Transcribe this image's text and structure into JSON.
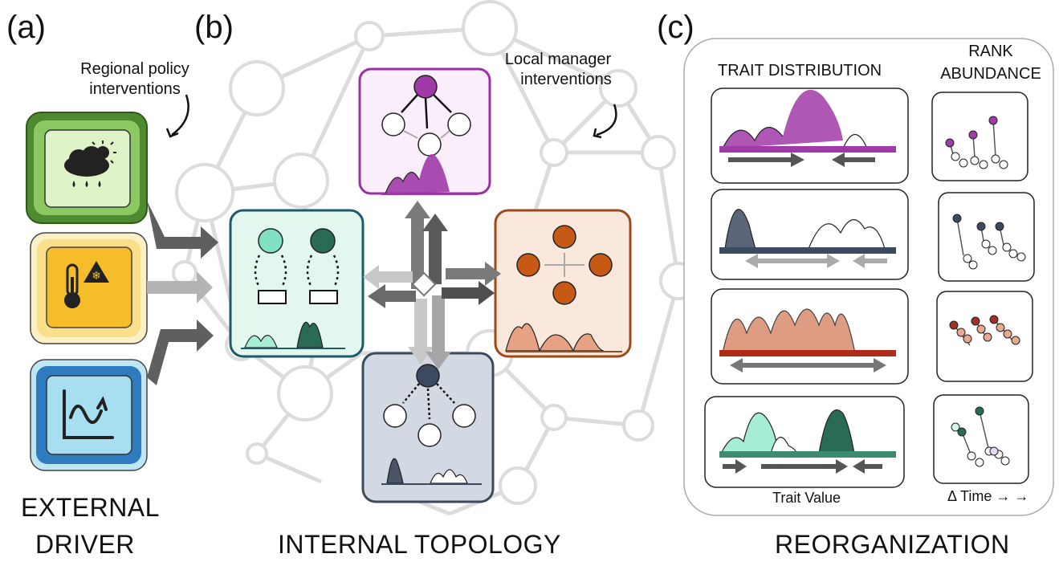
{
  "panels": {
    "a": "(a)",
    "b": "(b)",
    "c": "(c)"
  },
  "annotations": {
    "regional_line1": "Regional policy",
    "regional_line2": "interventions",
    "local_line1": "Local manager",
    "local_line2": "interventions"
  },
  "sections": {
    "external_line1": "EXTERNAL",
    "external_line2": "DRIVER",
    "internal": "INTERNAL TOPOLOGY",
    "reorganization": "REORGANIZATION"
  },
  "reorg_panel": {
    "trait_distribution": "TRAIT DISTRIBUTION",
    "rank_line1": "RANK",
    "rank_line2": "ABUNDANCE",
    "trait_value": "Trait Value",
    "delta_time": "Δ Time → →"
  },
  "drivers": [
    {
      "name": "weather",
      "icon": "cloud-rain-sun-icon",
      "outer": "#5a9a3a",
      "inner": "#9bd06a",
      "fill": "#dff3c8"
    },
    {
      "name": "temperature",
      "icon": "thermometer-frost-icon",
      "outer": "#f5e6a8",
      "inner": "#f7d36b",
      "fill": "#f6bd2b"
    },
    {
      "name": "trend",
      "icon": "curve-arrow-chart-icon",
      "outer": "#a8d8ea",
      "inner": "#2f7bbf",
      "fill": "#a8dff0"
    }
  ],
  "modules": [
    {
      "name": "purple",
      "color": "#a03aa8",
      "bg": "#fbeefb",
      "border": "#9c2fa6"
    },
    {
      "name": "teal",
      "color": "#2a6b55",
      "light": "#7fe0c4",
      "bg": "#e2f7ee",
      "border": "#1f5a6b"
    },
    {
      "name": "orange",
      "color": "#c65a14",
      "bg": "#fbe8dc",
      "border": "#9c4a1a"
    },
    {
      "name": "slate",
      "color": "#3b4a5e",
      "bg": "#d3d9e2",
      "border": "#3b4a5e"
    }
  ],
  "colors": {
    "network": "#dcdcdc",
    "arrow_dark": "#5f5f5f",
    "arrow_mid": "#8a8a8a",
    "arrow_light": "#c4c4c4"
  }
}
